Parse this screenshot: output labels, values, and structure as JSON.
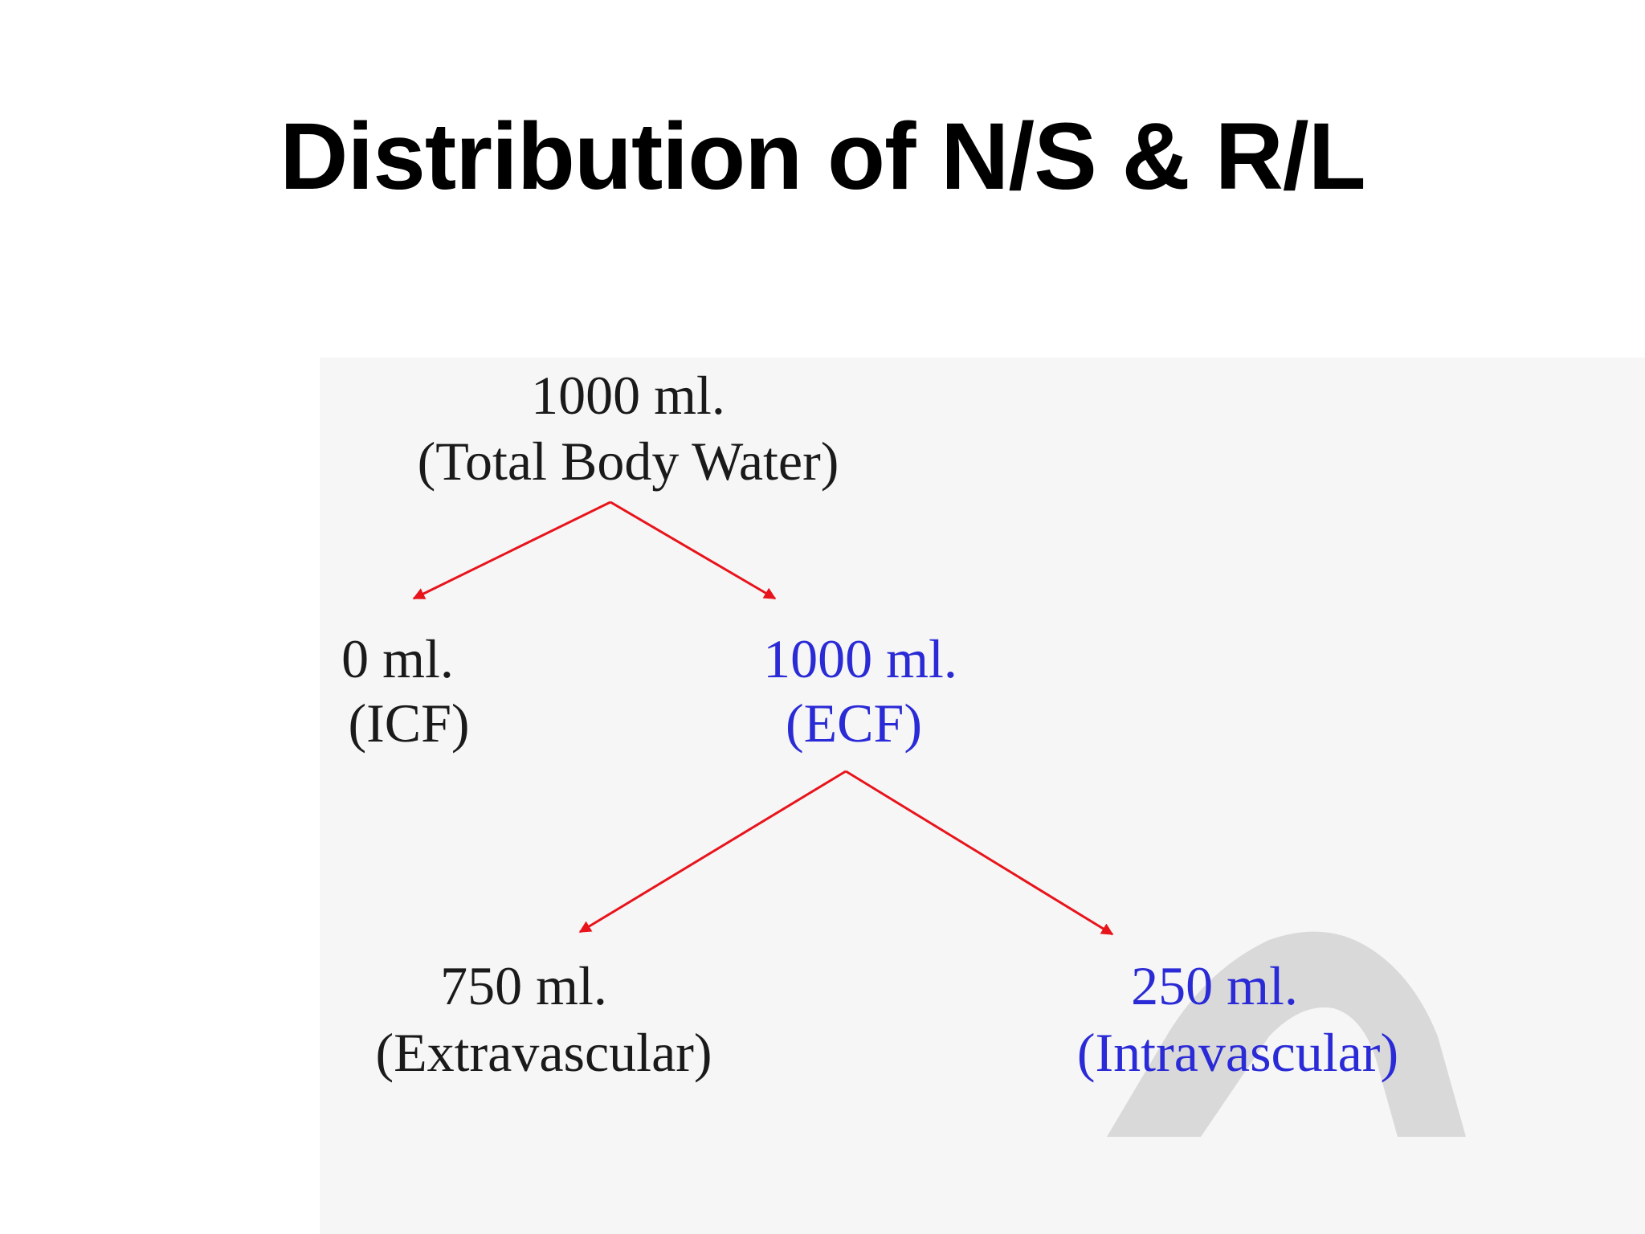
{
  "slide": {
    "title": "Distribution of N/S & R/L"
  },
  "diagram": {
    "colors": {
      "arrow": "#e8141c",
      "text_default": "#1a1a1a",
      "text_highlight": "#2a2ad6",
      "watermark": "#d9d9d9"
    },
    "nodes": [
      {
        "id": "tbw",
        "value": "1000 ml.",
        "label": "(Total Body Water)",
        "highlight": false
      },
      {
        "id": "icf",
        "value": "0 ml.",
        "label": "(ICF)",
        "highlight": false
      },
      {
        "id": "ecf",
        "value": "1000 ml.",
        "label": "(ECF)",
        "highlight": true
      },
      {
        "id": "extravascular",
        "value": "750 ml.",
        "label": "(Extravascular)",
        "highlight": false
      },
      {
        "id": "intravascular",
        "value": "250 ml.",
        "label": "(Intravascular)",
        "highlight": true
      }
    ],
    "edges": [
      {
        "from": "tbw",
        "to": "icf"
      },
      {
        "from": "tbw",
        "to": "ecf"
      },
      {
        "from": "ecf",
        "to": "extravascular"
      },
      {
        "from": "ecf",
        "to": "intravascular"
      }
    ]
  }
}
